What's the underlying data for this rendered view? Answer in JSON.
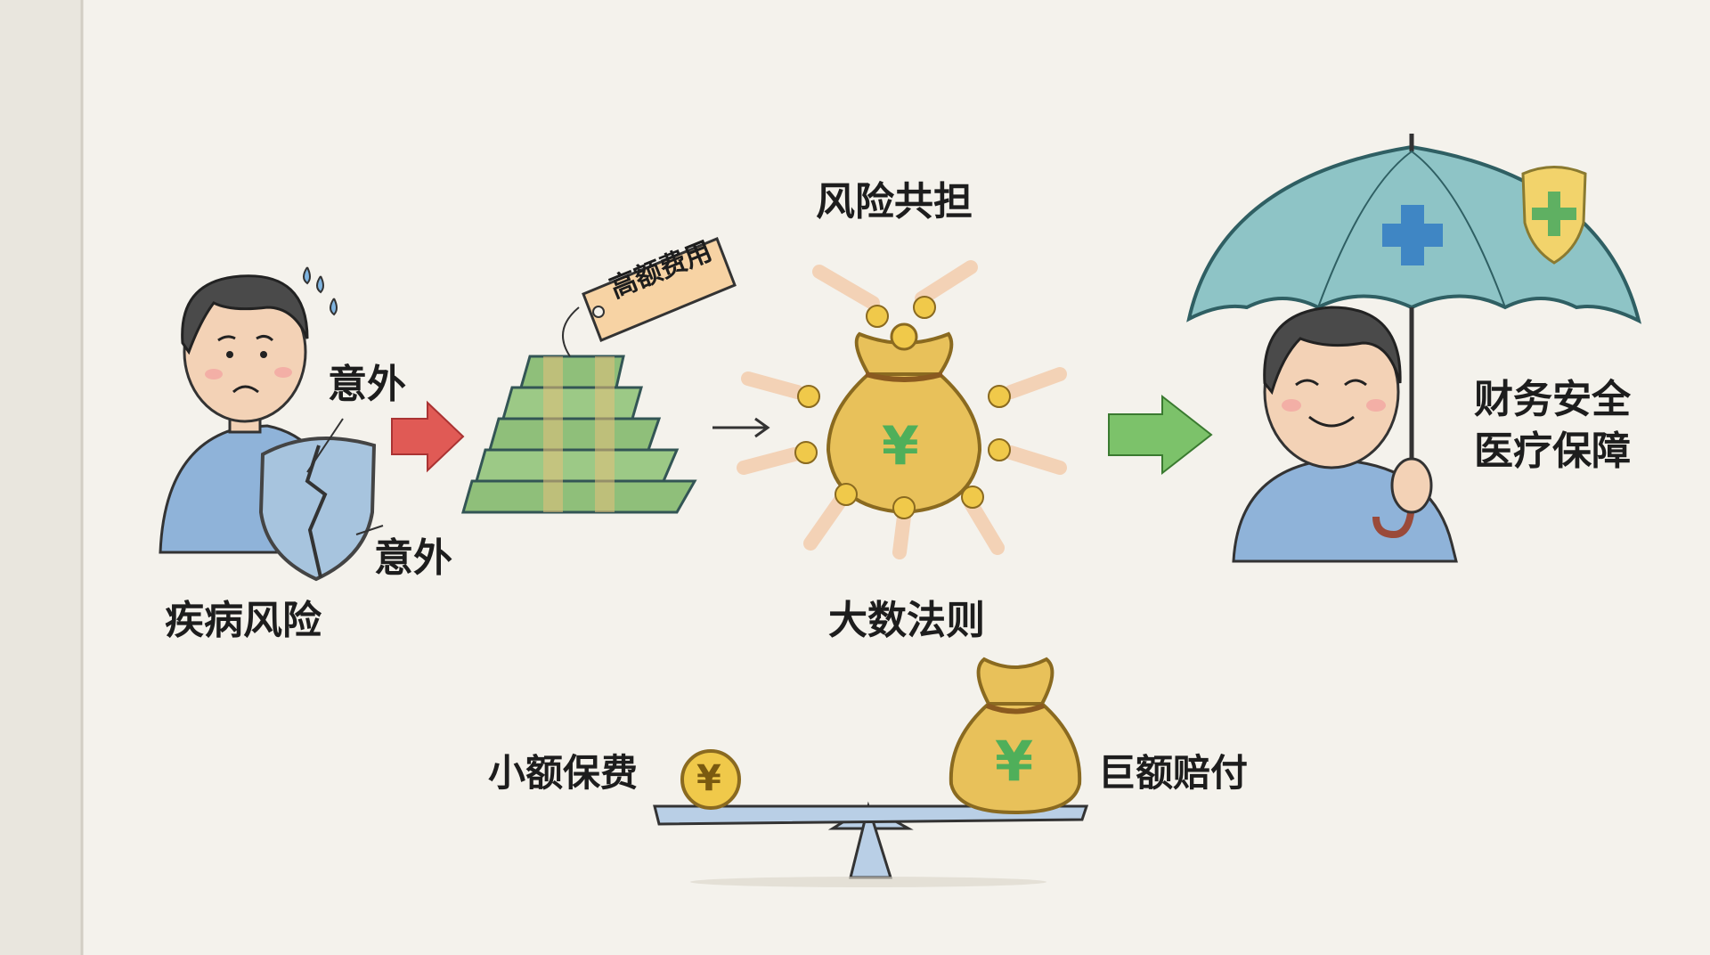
{
  "labels": {
    "accident_top": "意外",
    "accident_bottom": "意外",
    "disease_risk": "疾病风险",
    "high_cost_tag": "高额费用",
    "risk_sharing": "风险共担",
    "law_of_large_numbers": "大数法则",
    "financial_security": "财务安全",
    "medical_protection": "医疗保障",
    "small_premium": "小额保费",
    "large_payout": "巨额赔付",
    "yen_symbol": "¥"
  },
  "colors": {
    "paper": "#f4f2ec",
    "shirt_blue": "#8fb3d9",
    "shield_blue": "#a7c4de",
    "money_green": "#8fbf7a",
    "bag_gold": "#e8c15a",
    "coin_gold": "#f0c94a",
    "yen_green": "#4faf5a",
    "arrow_red": "#e05a55",
    "arrow_green": "#7cc26a",
    "umbrella_teal": "#8ec4c6",
    "cross_blue": "#3f86c4",
    "shield_yellow": "#f2d36b",
    "seesaw_blue": "#b9cfe6",
    "tag_peach": "#f7d3a4"
  }
}
